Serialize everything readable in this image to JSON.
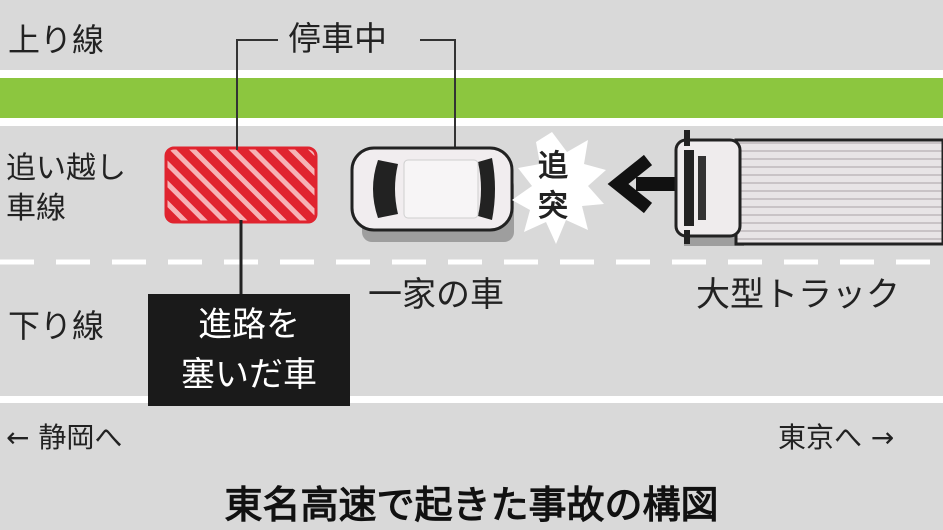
{
  "lanes": {
    "up": "上り線",
    "passing_line1": "追い越し",
    "passing_line2": "車線",
    "down": "下り線"
  },
  "callouts": {
    "stopped": "停車中",
    "collision_line1": "追",
    "collision_line2": "突",
    "family_car": "一家の車",
    "truck": "大型トラック",
    "blocking_line1": "進路を",
    "blocking_line2": "塞いだ車"
  },
  "directions": {
    "left": "← 静岡へ",
    "right": "東京へ →"
  },
  "title": "東名高速で起きた事故の構図",
  "colors": {
    "road": "#d9d9d9",
    "median": "#8cc63f",
    "blocking_car": "#e0242f",
    "label_bg": "#1a1a1a"
  }
}
